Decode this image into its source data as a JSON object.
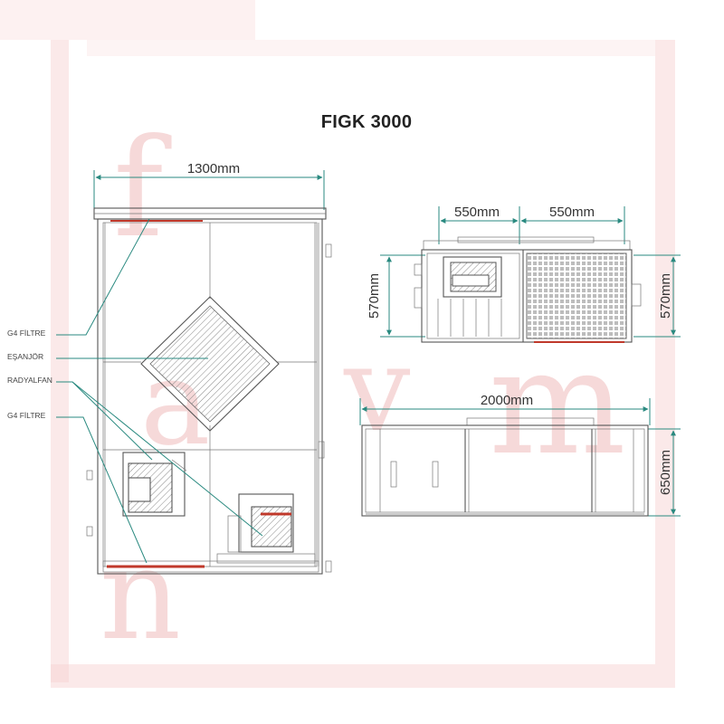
{
  "title": "FIGK 3000",
  "watermark": {
    "letters": [
      "f",
      "a",
      "v",
      "m",
      "n"
    ],
    "color": "#f3c9c9"
  },
  "dimensions": {
    "front_width": "1300mm",
    "top_left_width": "550mm",
    "top_right_width": "550mm",
    "top_left_height": "570mm",
    "top_right_height": "570mm",
    "side_length": "2000mm",
    "side_height": "650mm"
  },
  "labels": {
    "filter_top": "G4 FİLTRE",
    "exchanger": "EŞANJÖR",
    "fan": "RADYALFAN",
    "filter_bottom": "G4 FİLTRE"
  },
  "colors": {
    "dimension_line": "#2a8a80",
    "outline": "#555555",
    "accent_red": "#c0392b"
  }
}
